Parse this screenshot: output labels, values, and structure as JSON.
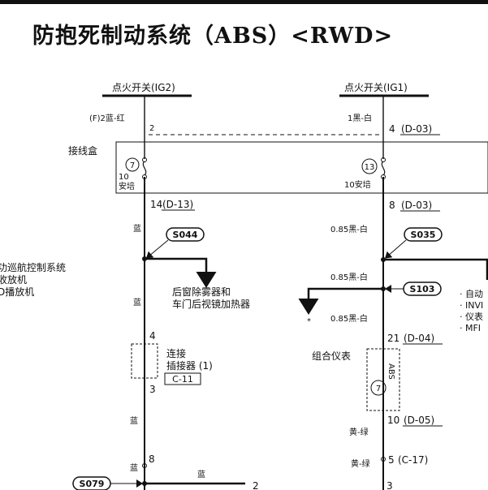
{
  "title": "防抱死制动系统（ABS）<RWD>",
  "left": {
    "switch_label": "点火开关(IG2)",
    "wire_top": "(F)2蓝-红",
    "pin_top": "2",
    "junction_label": "接线盒",
    "fuse_num": "7",
    "fuse_amp": "10",
    "fuse_unit": "安培",
    "pin_14": "14",
    "conn_d13": "(D-13)",
    "wire_blue_1": "蓝",
    "splice_s044": "S044",
    "wire_blue_2": "蓝",
    "pin_4": "4",
    "connector_label_1": "连接",
    "connector_label_2": "插接器 (1)",
    "conn_c11": "C-11",
    "pin_3": "3",
    "wire_blue_3": "蓝",
    "pin_8": "8",
    "wire_blue_4": "蓝",
    "splice_s079": "S079",
    "wire_blue_5": "蓝",
    "pin_2b": "2"
  },
  "left_clipped": {
    "line1": "功巡航控制系统",
    "line2": "收放机",
    "line3": "D播放机"
  },
  "rear_defogger": {
    "line1": "后窗除雾器和",
    "line2": "车门后视镜加热器"
  },
  "right": {
    "switch_label": "点火开关(IG1)",
    "wire_top": "1黑-白",
    "pin_4": "4",
    "conn_d03_a": "(D-03)",
    "fuse_num": "13",
    "fuse_amp": "10安培",
    "pin_8": "8",
    "conn_d03_b": "(D-03)",
    "wire_085_1": "0.85黑-白",
    "splice_s035": "S035",
    "wire_085_2": "0.85黑-白",
    "splice_s103": "S103",
    "wire_085_3": "0.85黑-白",
    "pin_21": "21",
    "conn_d04": "(D-04)",
    "meter_label": "组合仪表",
    "abs_label": "ABS",
    "lamp_num": "7",
    "pin_10": "10",
    "conn_d05": "(D-05)",
    "wire_yg_1": "黄-绿",
    "pin_5": "5",
    "conn_c17": "(C-17)",
    "wire_yg_2": "黄-绿",
    "pin_3b": "3",
    "star": "*"
  },
  "right_list": [
    "· 自动",
    "· INVI",
    "· 仪表",
    "· MFI"
  ]
}
